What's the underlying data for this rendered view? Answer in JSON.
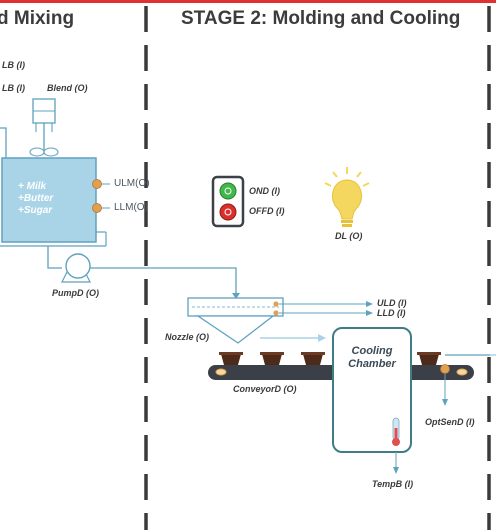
{
  "stages": {
    "stage1_title": "d Mixing",
    "stage2_title": "STAGE 2: Molding and Cooling"
  },
  "stage1": {
    "label_lb1": "LB (I)",
    "label_lb2": "LB (I)",
    "blend_label": "Blend (O)",
    "ingredients": [
      "+ Milk",
      "+Butter",
      "+Sugar"
    ],
    "ulm_label": "ULM(O)",
    "llm_label": "LLM(O)",
    "pump_label": "PumpD (O)"
  },
  "stage2": {
    "on_label": "OND (I)",
    "off_label": "OFFD (I)",
    "light_label": "DL (O)",
    "uld_label": "ULD (I)",
    "lld_label": "LLD (I)",
    "nozzle_label": "Nozzle (O)",
    "conveyor_label": "ConveyorD (O)",
    "chamber_label_line1": "Cooling",
    "chamber_label_line2": "Chamber",
    "optsen_label": "OptSenD (I)",
    "temp_label": "TempB (I)"
  },
  "colors": {
    "top_border": "#e03030",
    "tank_fill": "#a9d4e8",
    "line": "#5fa2bf",
    "sensor": "#e0a050",
    "chamber_border": "#3f7d86",
    "bulb": "#f4d75e",
    "panel": "#3c4147",
    "green": "#41b84a",
    "red": "#d9302c",
    "conveyor": "#3a3f48",
    "chocolate": "#4e2a1a"
  }
}
